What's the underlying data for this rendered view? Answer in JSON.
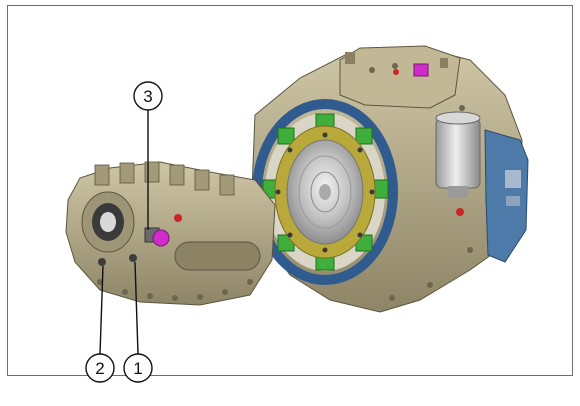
{
  "figure": {
    "callouts": [
      {
        "id": "1",
        "label": "1"
      },
      {
        "id": "2",
        "label": "2"
      },
      {
        "id": "3",
        "label": "3"
      }
    ],
    "colors": {
      "body": "#b7ad8c",
      "body_dark": "#7d7558",
      "ring_blue": "#2f5b8f",
      "ring_yellow": "#b9a93b",
      "green_tabs": "#3fae3a",
      "magenta": "#d02cc9",
      "disc": "#c9c9c9",
      "gray_canister": "#c8c8c8",
      "blue_box": "#4b78a8"
    }
  }
}
